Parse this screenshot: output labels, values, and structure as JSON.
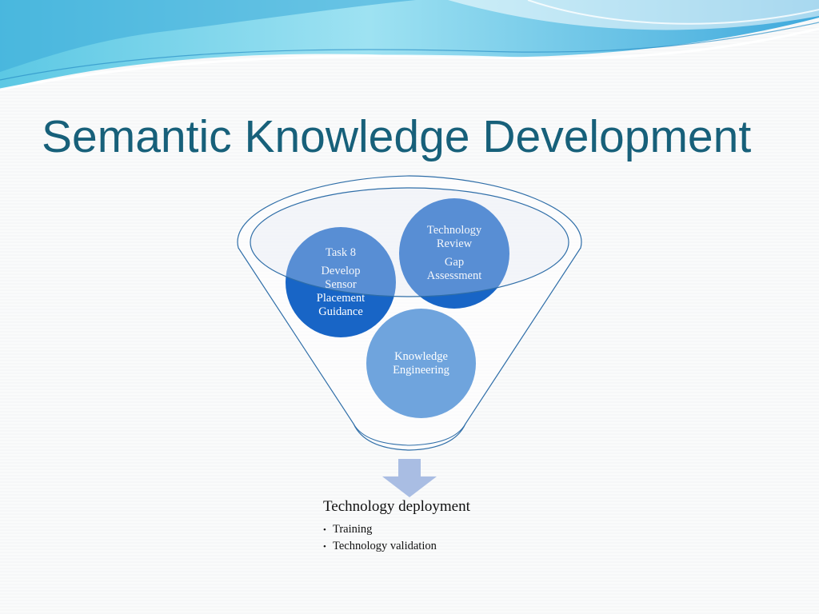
{
  "slide": {
    "title": "Semantic Knowledge Development"
  },
  "diagram": {
    "circles": {
      "task": {
        "title": "Task 8",
        "body": "Develop Sensor Placement Guidance"
      },
      "technology": {
        "title": "Technology Review",
        "body": "Gap Assessment"
      },
      "knowledge": {
        "title": "Knowledge Engineering"
      }
    },
    "output": {
      "heading": "Technology deployment",
      "items": [
        "Training",
        "Technology validation"
      ]
    }
  },
  "colors": {
    "title": "#17607a",
    "circle_dark": "#1160c4",
    "circle_light": "#6fa4dd",
    "arrow": "#a9bde3",
    "funnel_outline": "#2f6ea8",
    "ellipse_fill": "#dfe5f4"
  }
}
